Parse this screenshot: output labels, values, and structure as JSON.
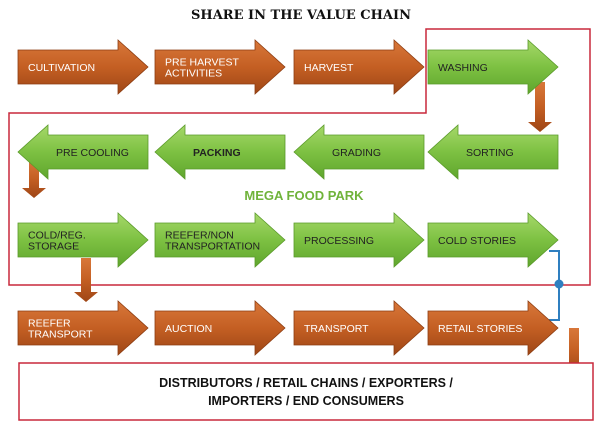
{
  "title": "SHARE IN THE VALUE CHAIN",
  "park_label": "MEGA FOOD PARK",
  "colors": {
    "brown": "#c45f23",
    "green": "#7dc142",
    "border_red": "#c8283c",
    "bracket_blue": "#2f7fc0",
    "park_text": "#6fb33a"
  },
  "rows": [
    {
      "direction": "right",
      "steps": [
        {
          "label": [
            "CULTIVATION"
          ],
          "color": "brown",
          "bold": false
        },
        {
          "label": [
            "PRE HARVEST",
            "ACTIVITIES"
          ],
          "color": "brown",
          "bold": false
        },
        {
          "label": [
            "HARVEST"
          ],
          "color": "brown",
          "bold": false
        },
        {
          "label": [
            "WASHING"
          ],
          "color": "green",
          "bold": false
        }
      ]
    },
    {
      "direction": "left",
      "steps": [
        {
          "label": [
            "PRE COOLING"
          ],
          "color": "green",
          "bold": false
        },
        {
          "label": [
            "PACKING"
          ],
          "color": "green",
          "bold": true
        },
        {
          "label": [
            "GRADING"
          ],
          "color": "green",
          "bold": false
        },
        {
          "label": [
            "SORTING"
          ],
          "color": "green",
          "bold": false
        }
      ]
    },
    {
      "direction": "right",
      "steps": [
        {
          "label": [
            "COLD/REG.",
            "STORAGE"
          ],
          "color": "green",
          "bold": false
        },
        {
          "label": [
            "REEFER/NON",
            "TRANSPORTATION"
          ],
          "color": "green",
          "bold": false
        },
        {
          "label": [
            "PROCESSING"
          ],
          "color": "green",
          "bold": false
        },
        {
          "label": [
            "COLD STORIES"
          ],
          "color": "green",
          "bold": false
        }
      ]
    },
    {
      "direction": "right",
      "steps": [
        {
          "label": [
            "REEFER",
            "TRANSPORT"
          ],
          "color": "brown",
          "bold": false
        },
        {
          "label": [
            "AUCTION"
          ],
          "color": "brown",
          "bold": false
        },
        {
          "label": [
            "TRANSPORT"
          ],
          "color": "brown",
          "bold": false
        },
        {
          "label": [
            "RETAIL STORIES"
          ],
          "color": "brown",
          "bold": false
        }
      ]
    }
  ],
  "final_box": {
    "lines": [
      "DISTRIBUTORS / RETAIL CHAINS / EXPORTERS /",
      "IMPORTERS / END CONSUMERS"
    ]
  }
}
